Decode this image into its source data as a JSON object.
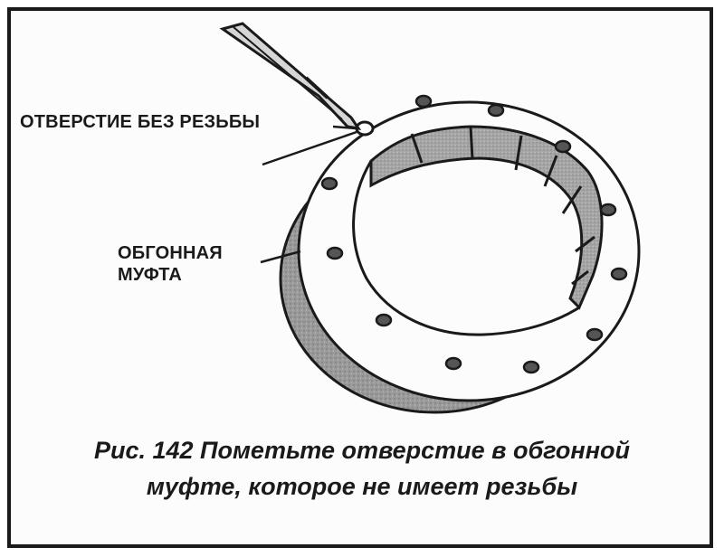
{
  "figure": {
    "callouts": {
      "unthreaded_hole": "ОТВЕРСТИЕ БЕЗ РЕЗЬБЫ",
      "clutch_line1": "ОБГОННАЯ",
      "clutch_line2": "МУФТА"
    },
    "caption": {
      "line1": "Рис. 142 Пометьте отверстие в обгонной",
      "line2": "муфте, которое не имеет резьбы"
    }
  },
  "colors": {
    "ink": "#1a1a1a",
    "ring_edge": "#9a9a9a",
    "inner_race": "#a6a6a6",
    "face": "#fcfcfc"
  },
  "icons": [
    "marking-pen-icon",
    "overrunning-clutch-ring-icon",
    "bolt-hole-icon"
  ]
}
